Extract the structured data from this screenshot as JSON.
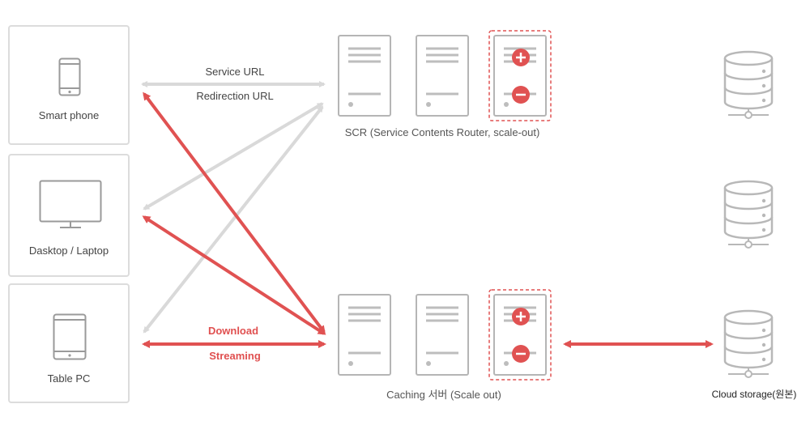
{
  "clients": [
    {
      "label": "Smart phone",
      "icon": "smartphone-icon"
    },
    {
      "label": "Dasktop / Laptop",
      "icon": "monitor-icon"
    },
    {
      "label": "Table PC",
      "icon": "tablet-icon"
    }
  ],
  "flows": {
    "service_url": "Service URL",
    "redirection_url": "Redirection URL",
    "download": "Download",
    "streaming": "Streaming"
  },
  "groups": {
    "scr_caption": "SCR (Service Contents Router, scale-out)",
    "caching_caption": "Caching 서버 (Scale out)",
    "storage_caption": "Cloud storage(원본)"
  },
  "colors": {
    "accent": "#e05252",
    "gray_arrow": "#d9d9d9",
    "server_stroke": "#b5b5b5",
    "storage_stroke": "#b8b8b8"
  }
}
